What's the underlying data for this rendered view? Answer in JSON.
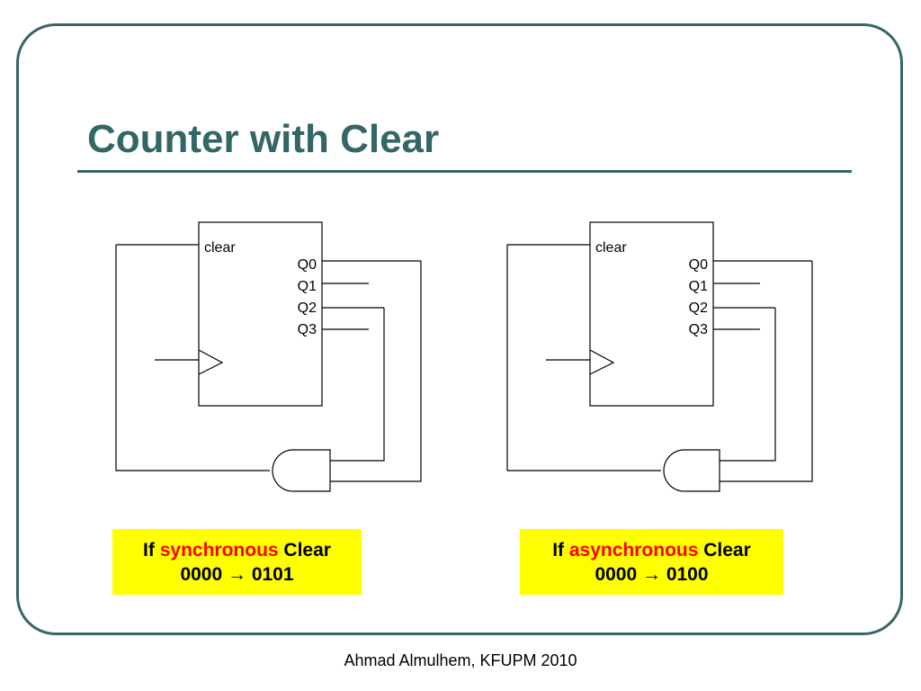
{
  "slide": {
    "title": "Counter with Clear",
    "footer": "Ahmad Almulhem, KFUPM 2010",
    "colors": {
      "title": "#336666",
      "frame": "#3a6468",
      "highlight": "#ffff00",
      "accent": "#ff0000"
    }
  },
  "circuits": [
    {
      "clear_label": "clear",
      "outputs": [
        "Q0",
        "Q1",
        "Q2",
        "Q3"
      ],
      "note": {
        "prefix": "If ",
        "accent": "synchronous",
        "suffix": " Clear",
        "transition": "0000 → 0101"
      }
    },
    {
      "clear_label": "clear",
      "outputs": [
        "Q0",
        "Q1",
        "Q2",
        "Q3"
      ],
      "note": {
        "prefix": "If ",
        "accent": "asynchronous",
        "suffix": " Clear",
        "transition": "0000 → 0100"
      }
    }
  ]
}
